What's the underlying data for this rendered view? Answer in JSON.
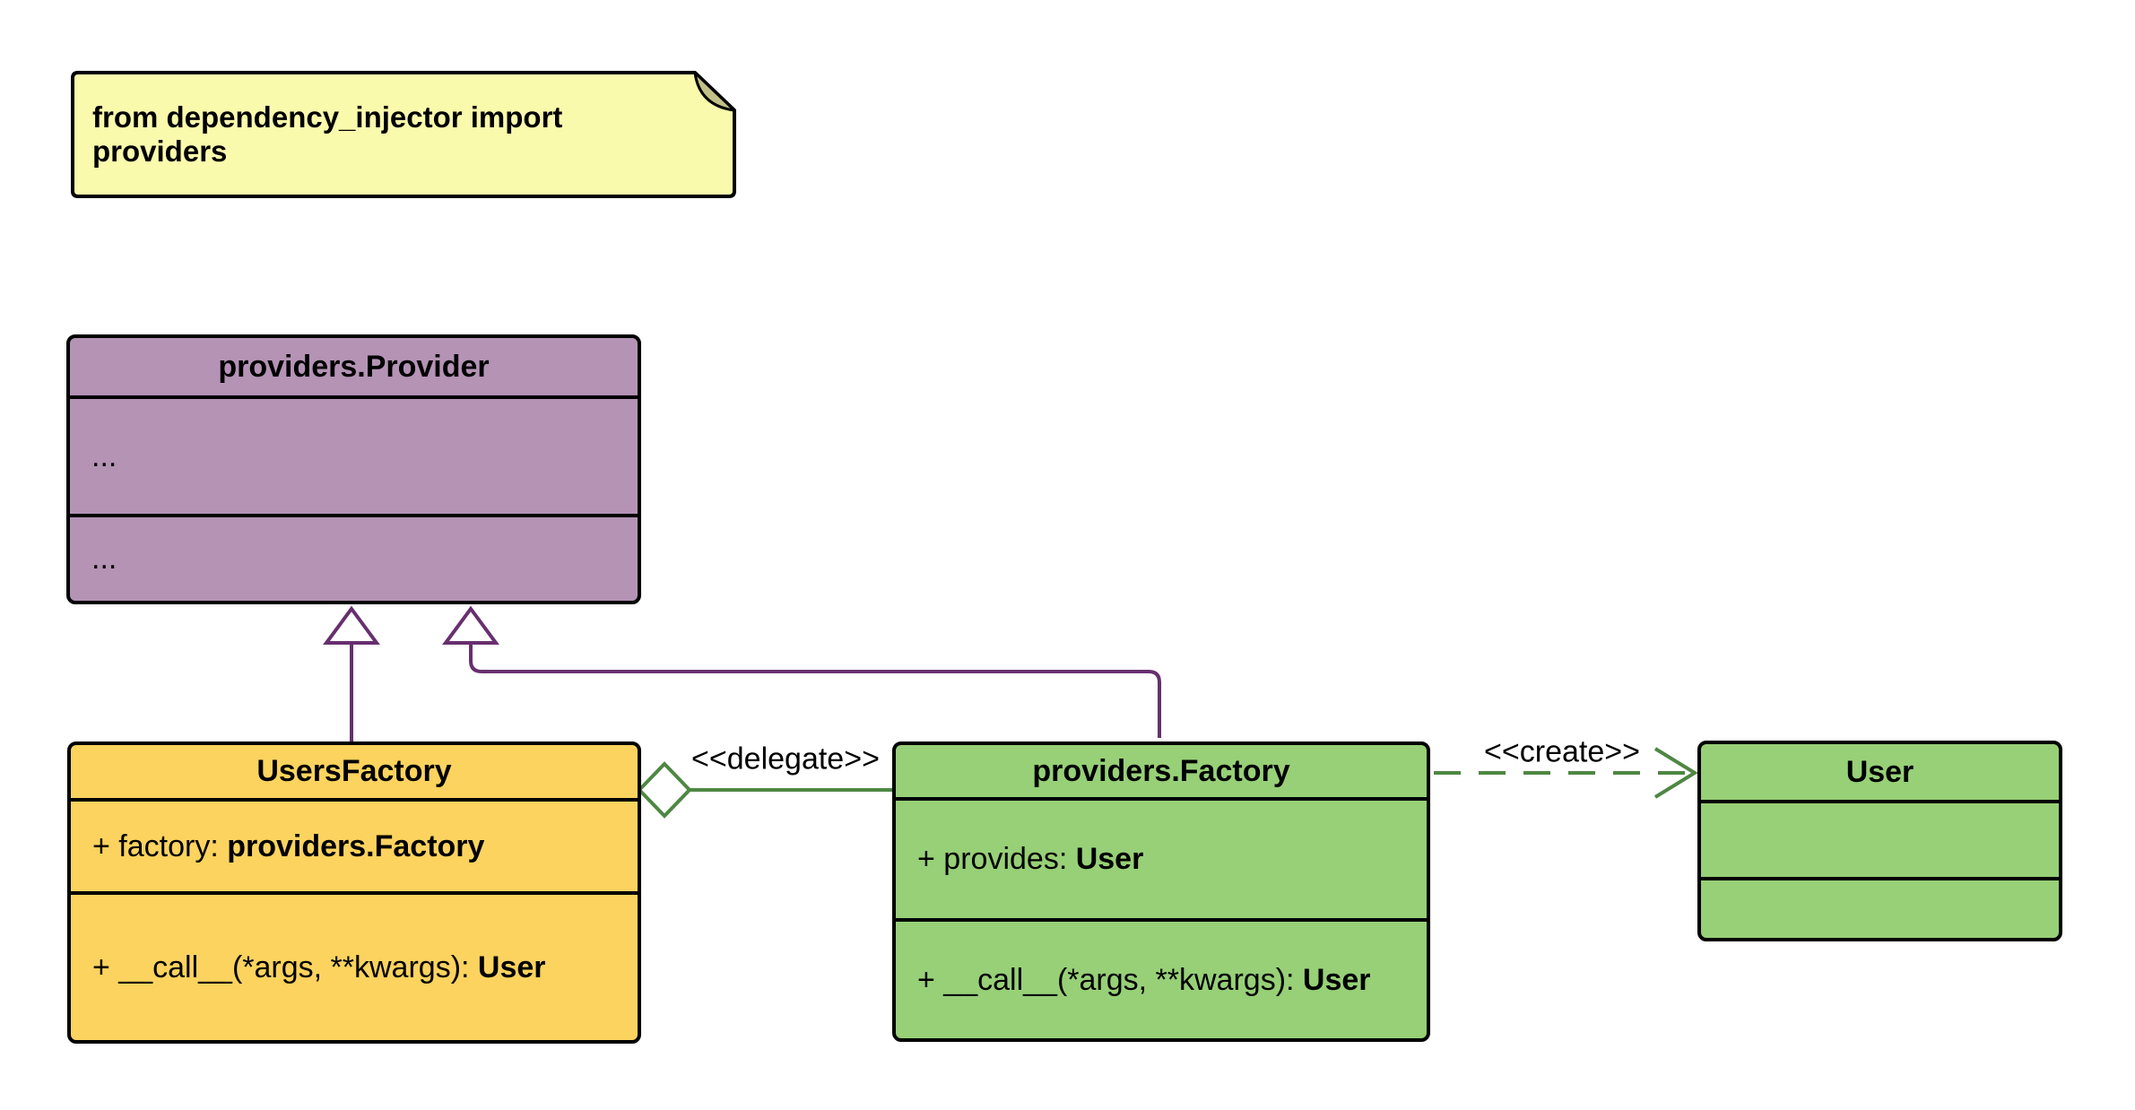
{
  "diagram": {
    "kind": "uml-class-diagram",
    "note": {
      "text": "from dependency_injector import providers"
    },
    "classes": {
      "provider": {
        "title": "providers.Provider",
        "attribute": "...",
        "method": "..."
      },
      "users_factory": {
        "title": "UsersFactory",
        "attribute": {
          "text": "+ factory: ",
          "bold": "providers.Factory"
        },
        "method": {
          "text": "+ __call__(*args, **kwargs): ",
          "bold": "User"
        }
      },
      "factory": {
        "title": "providers.Factory",
        "attribute": {
          "text": "+ provides: ",
          "bold": "User"
        },
        "method": {
          "text": "+ __call__(*args, **kwargs): ",
          "bold": "User"
        }
      },
      "user": {
        "title": "User",
        "attribute": "",
        "method": ""
      }
    },
    "relationships": {
      "users_factory_generalization": {
        "type": "generalization",
        "from": "UsersFactory",
        "to": "providers.Provider"
      },
      "factory_generalization": {
        "type": "generalization",
        "from": "providers.Factory",
        "to": "providers.Provider"
      },
      "delegate": {
        "type": "aggregation",
        "label": "<<delegate>>",
        "from": "UsersFactory",
        "to": "providers.Factory"
      },
      "create": {
        "type": "dependency",
        "label": "<<create>>",
        "from": "providers.Factory",
        "to": "User"
      }
    }
  },
  "colors": {
    "note_fill": "#FAFAAD",
    "note_fold": "#C2C288",
    "purple_fill": "#B493B5",
    "purple_stroke": "#682F6F",
    "yellow_fill": "#FCD35E",
    "green_fill": "#97D077",
    "green_stroke": "#4E8743",
    "line_black": "#000000"
  }
}
